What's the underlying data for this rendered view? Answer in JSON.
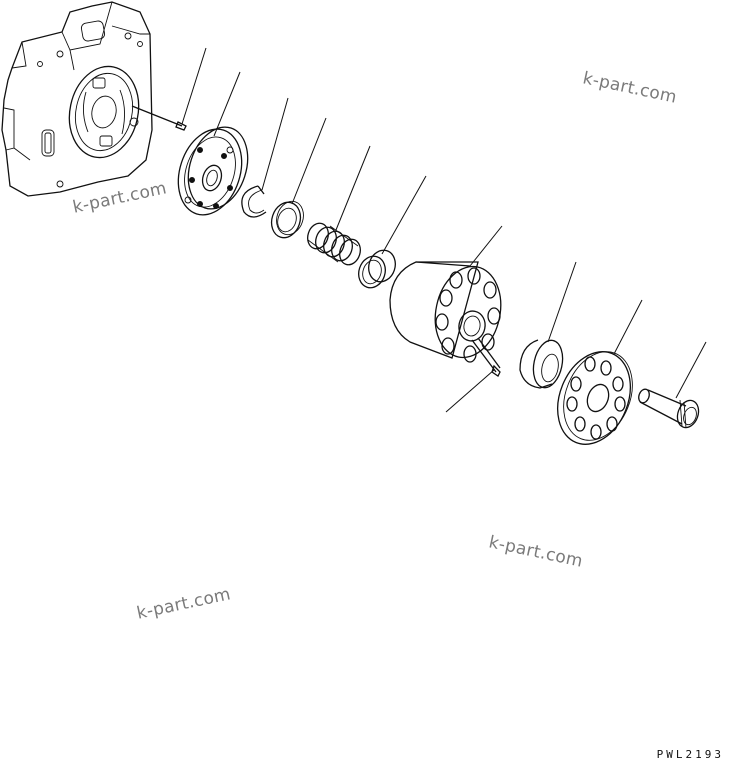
{
  "watermarks": [
    {
      "text": "k-part.com",
      "rotation": 12
    },
    {
      "text": "k-part.com",
      "rotation": -12
    },
    {
      "text": "k-part.com",
      "rotation": 12
    },
    {
      "text": "k-part.com",
      "rotation": -12
    }
  ],
  "drawing_code": "PWL2193",
  "parts": [
    {
      "name": "pump-housing"
    },
    {
      "name": "pin"
    },
    {
      "name": "valve-plate"
    },
    {
      "name": "snap-ring"
    },
    {
      "name": "seat-ring"
    },
    {
      "name": "spring"
    },
    {
      "name": "spacer-bushing"
    },
    {
      "name": "cylinder-block"
    },
    {
      "name": "dowel-pin"
    },
    {
      "name": "spherical-bushing"
    },
    {
      "name": "retainer-plate"
    },
    {
      "name": "splined-shaft"
    }
  ]
}
